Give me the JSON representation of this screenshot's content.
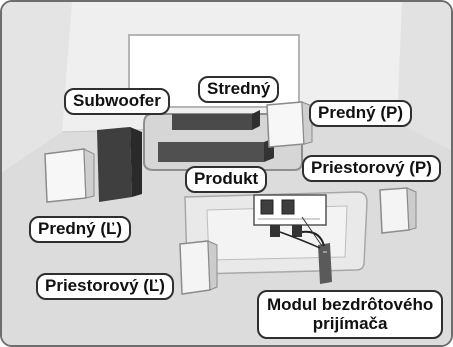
{
  "labels": {
    "stredny": "Stredný",
    "subwoofer": "Subwoofer",
    "predny_p": "Predný (P)",
    "produkt": "Produkt",
    "priestorovy_p": "Priestorový (P)",
    "predny_l": "Predný (Ľ)",
    "priestorovy_l": "Priestorový (Ľ)",
    "modul_line1": "Modul bezdrôtového",
    "modul_line2": "prijímača"
  }
}
